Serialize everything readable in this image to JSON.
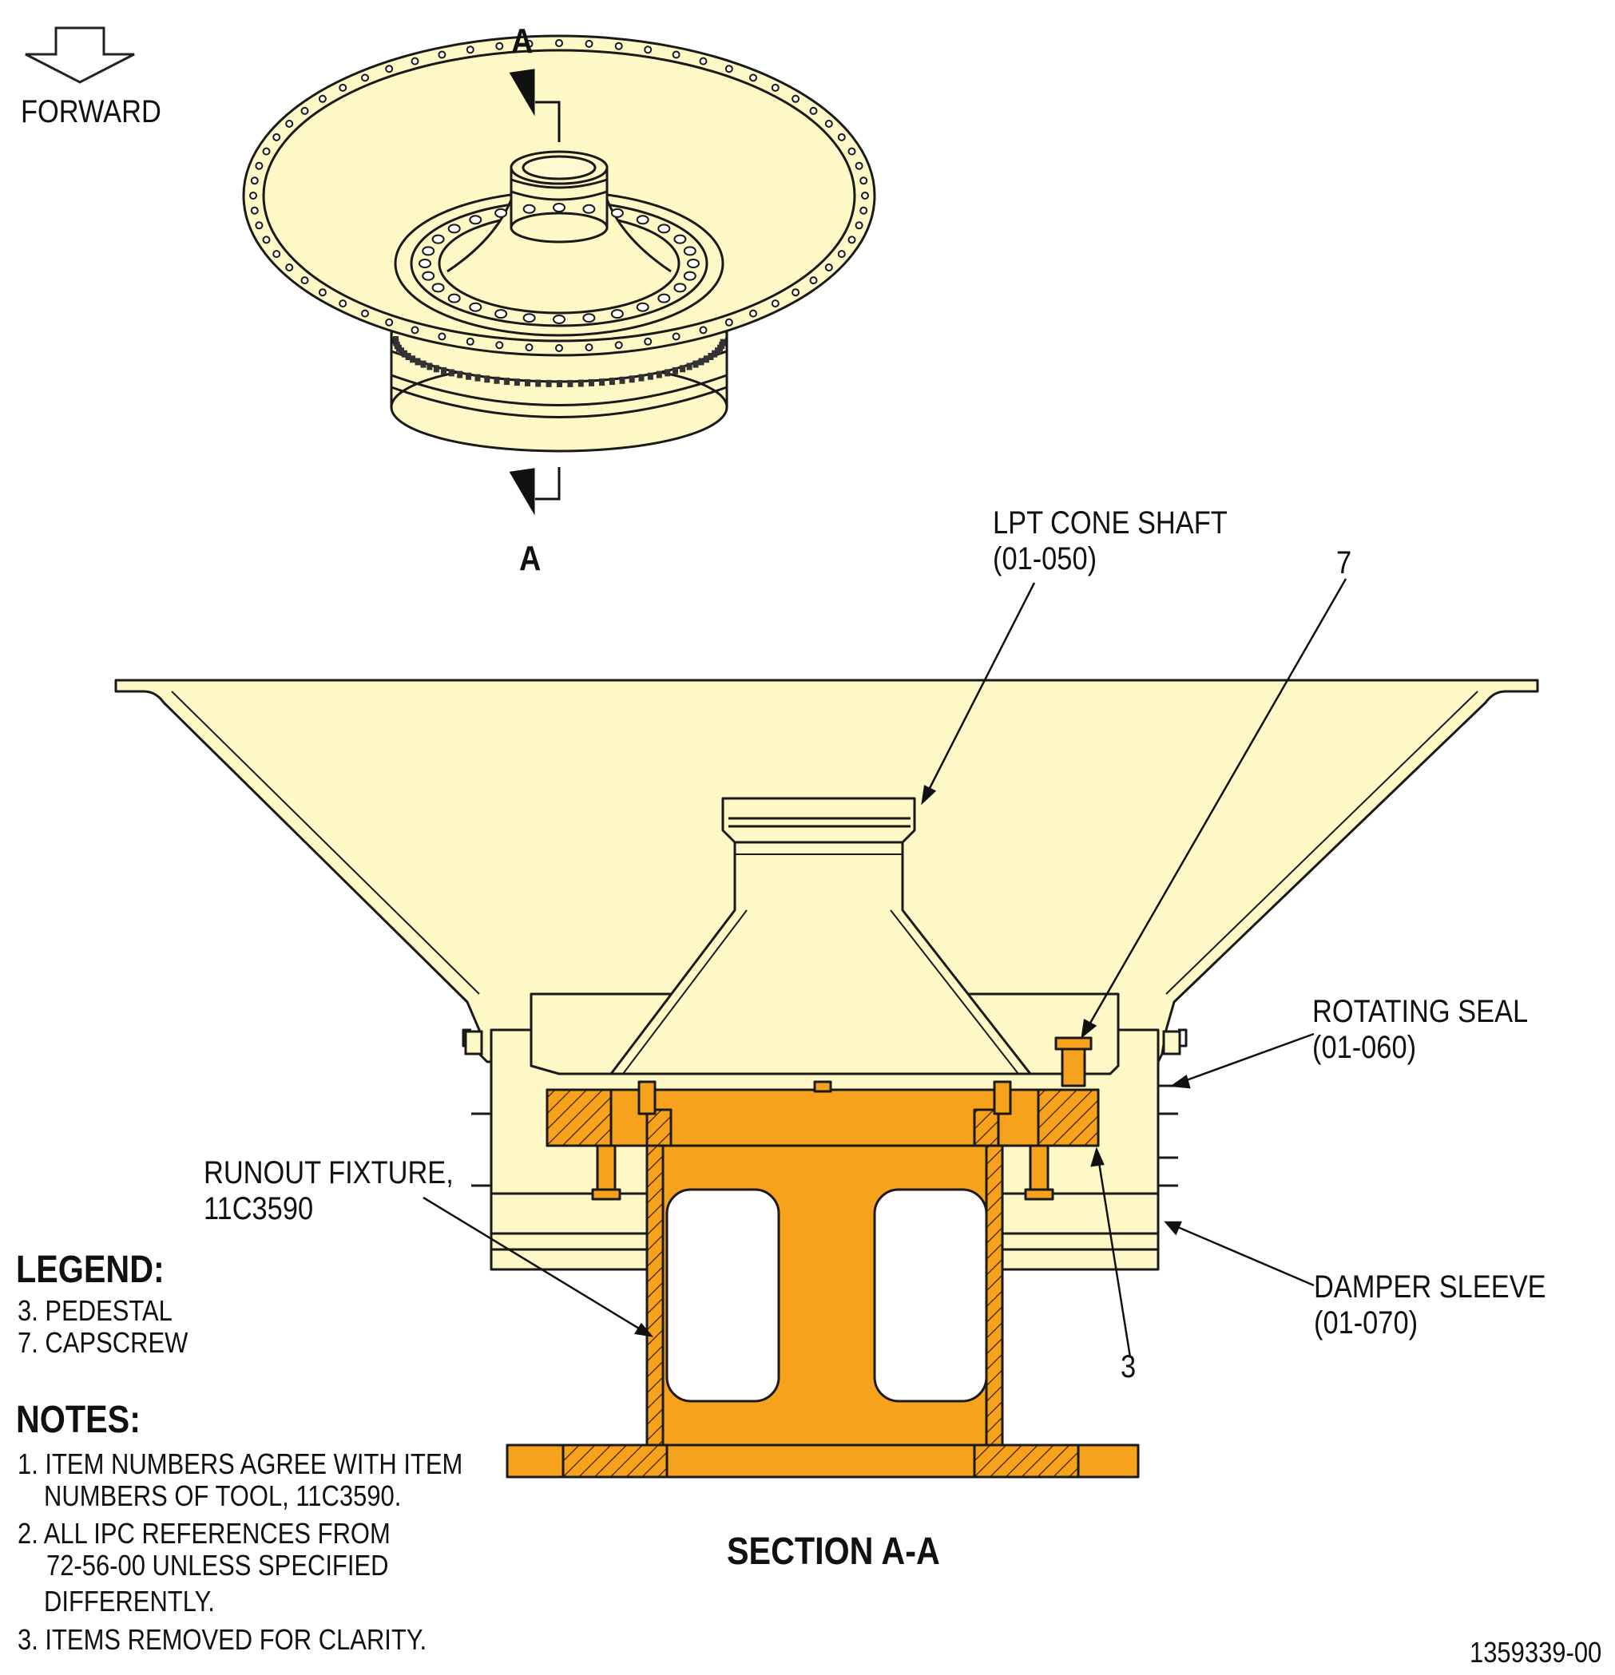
{
  "forward_label": "FORWARD",
  "section_marker_top": "A",
  "section_marker_bottom": "A",
  "section_title": "SECTION A-A",
  "callouts": {
    "lpt_cone_shaft": [
      "LPT CONE SHAFT",
      "(01-050)"
    ],
    "item_7": "7",
    "rotating_seal": [
      "ROTATING SEAL",
      "(01-060)"
    ],
    "runout_fixture": [
      "RUNOUT FIXTURE,",
      "11C3590"
    ],
    "damper_sleeve": [
      "DAMPER SLEEVE",
      "(01-070)"
    ],
    "item_3": "3"
  },
  "legend": {
    "title": "LEGEND:",
    "items": [
      "3. PEDESTAL",
      "7. CAPSCREW"
    ]
  },
  "notes": {
    "title": "NOTES:",
    "items": [
      [
        "1. ITEM NUMBERS AGREE WITH ITEM",
        "NUMBERS OF TOOL, 11C3590."
      ],
      [
        "2. ALL IPC REFERENCES FROM",
        "72-56-00 UNLESS SPECIFIED",
        "DIFFERENTLY."
      ],
      [
        "3. ITEMS REMOVED FOR CLARITY."
      ]
    ]
  },
  "figure_id": "1359339-00",
  "colors": {
    "part_fill": "#fdf8c6",
    "tool_fill": "#f7a21d",
    "line": "#1a1a1a"
  }
}
